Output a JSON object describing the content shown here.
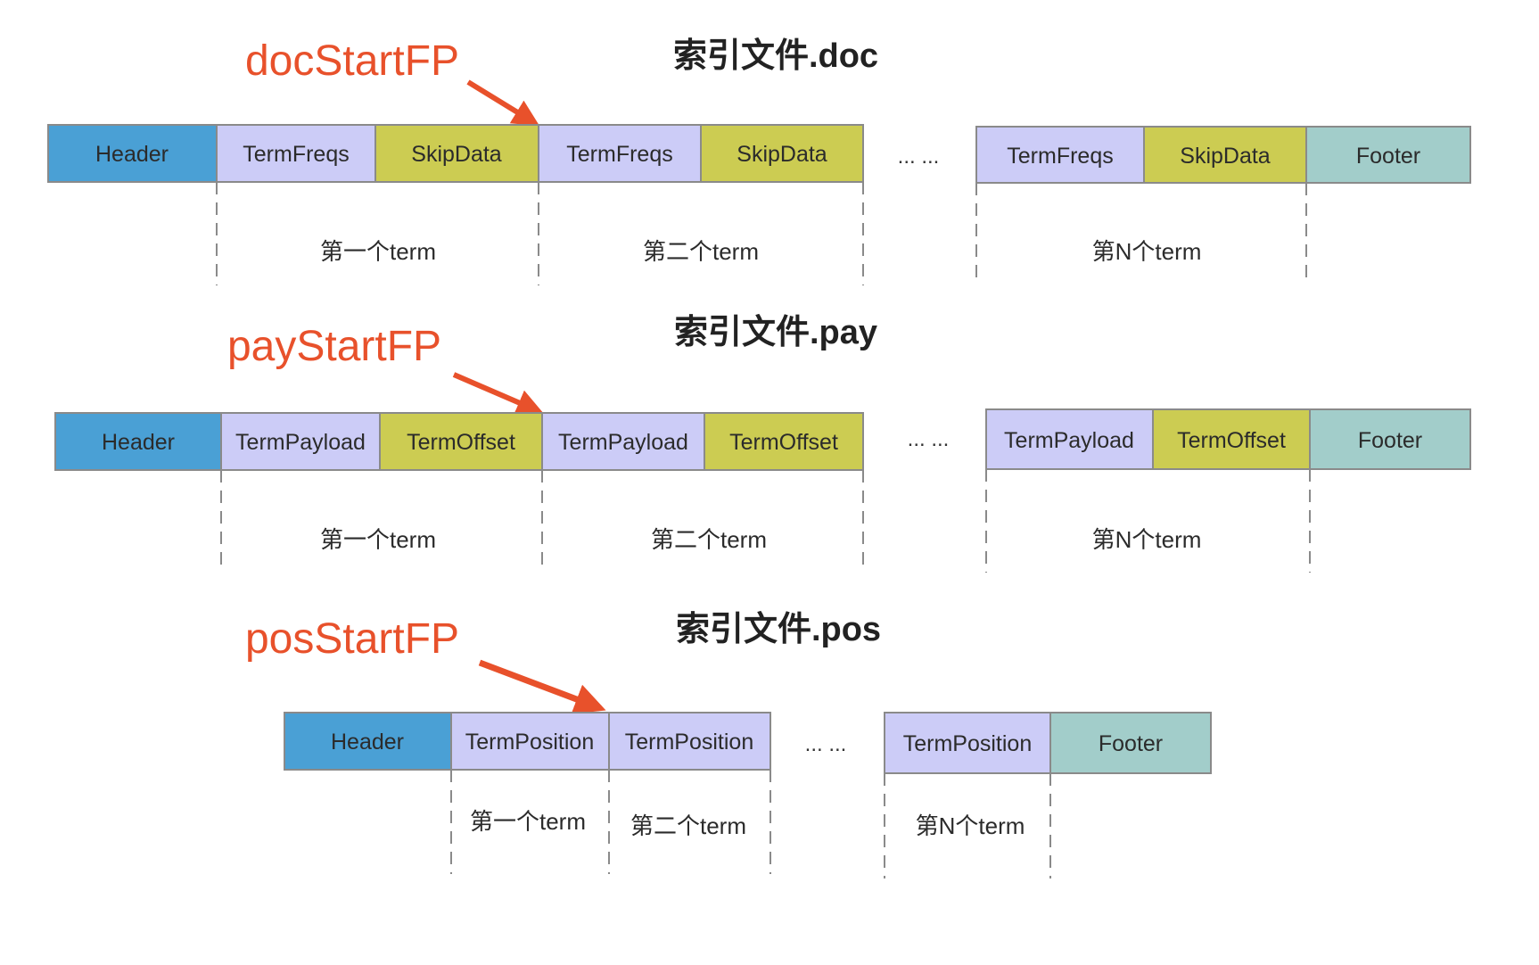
{
  "colors": {
    "header": "#4aa0d5",
    "term": "#ccccf7",
    "skip": "#cccc52",
    "footer": "#a2cdca",
    "pointer": "#e8512b"
  },
  "files": [
    {
      "title": "索引文件.doc",
      "pointer_label": "docStartFP",
      "cells": [
        {
          "label": "Header",
          "kind": "header"
        },
        {
          "label": "TermFreqs",
          "kind": "term"
        },
        {
          "label": "SkipData",
          "kind": "skip"
        },
        {
          "label": "TermFreqs",
          "kind": "term"
        },
        {
          "label": "SkipData",
          "kind": "skip"
        },
        {
          "label": "TermFreqs",
          "kind": "term"
        },
        {
          "label": "SkipData",
          "kind": "skip"
        },
        {
          "label": "Footer",
          "kind": "footer"
        }
      ],
      "ellipsis": "... ...",
      "terms": [
        "第一个term",
        "第二个term",
        "第N个term"
      ]
    },
    {
      "title": "索引文件.pay",
      "pointer_label": "payStartFP",
      "cells": [
        {
          "label": "Header",
          "kind": "header"
        },
        {
          "label": "TermPayload",
          "kind": "term"
        },
        {
          "label": "TermOffset",
          "kind": "skip"
        },
        {
          "label": "TermPayload",
          "kind": "term"
        },
        {
          "label": "TermOffset",
          "kind": "skip"
        },
        {
          "label": "TermPayload",
          "kind": "term"
        },
        {
          "label": "TermOffset",
          "kind": "skip"
        },
        {
          "label": "Footer",
          "kind": "footer"
        }
      ],
      "ellipsis": "... ...",
      "terms": [
        "第一个term",
        "第二个term",
        "第N个term"
      ]
    },
    {
      "title": "索引文件.pos",
      "pointer_label": "posStartFP",
      "cells": [
        {
          "label": "Header",
          "kind": "header"
        },
        {
          "label": "TermPosition",
          "kind": "term"
        },
        {
          "label": "TermPosition",
          "kind": "term"
        },
        {
          "label": "TermPosition",
          "kind": "term"
        },
        {
          "label": "Footer",
          "kind": "footer"
        }
      ],
      "ellipsis": "... ...",
      "terms": [
        "第一个term",
        "第二个term",
        "第N个term"
      ]
    }
  ]
}
